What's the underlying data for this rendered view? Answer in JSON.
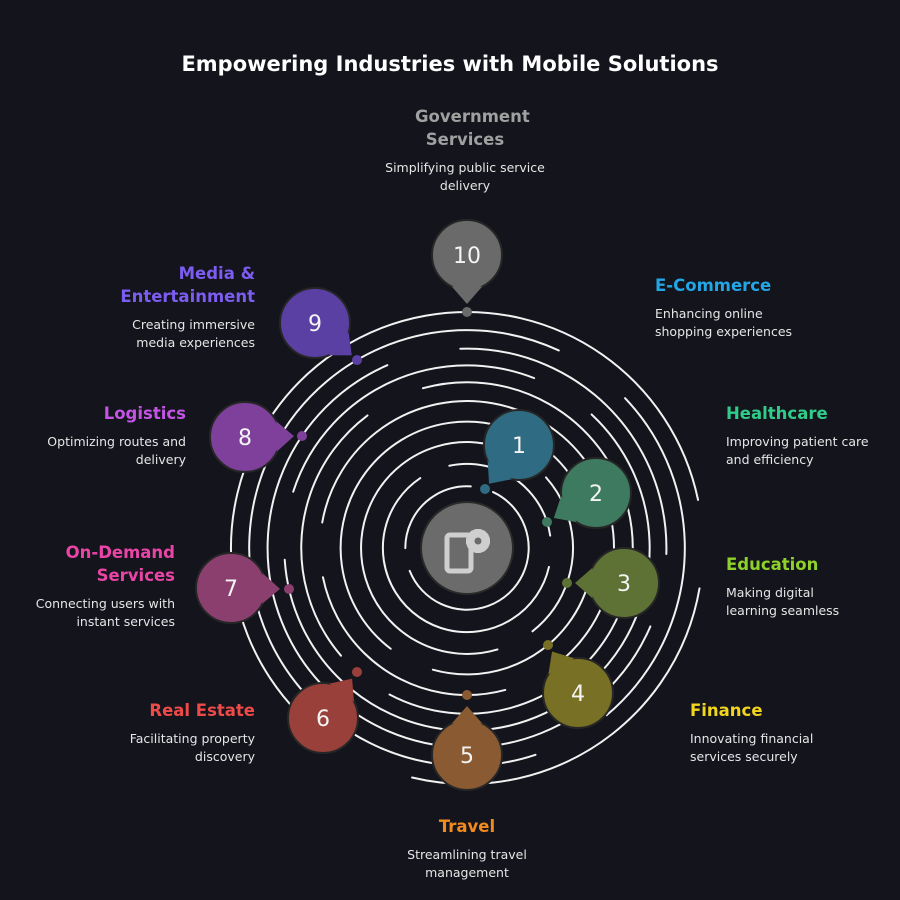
{
  "title": "Empowering Industries with Mobile Solutions",
  "center_icon": "mobile-gear-icon",
  "items": [
    {
      "num": "1",
      "title": "E-Commerce",
      "desc": "Enhancing online shopping experiences",
      "color": "#2f6b82",
      "title_color": "#23a6e6"
    },
    {
      "num": "2",
      "title": "Healthcare",
      "desc": "Improving patient care and efficiency",
      "color": "#3d7a5f",
      "title_color": "#2fcc8a"
    },
    {
      "num": "3",
      "title": "Education",
      "desc": "Making digital learning seamless",
      "color": "#5f7236",
      "title_color": "#8ed12a"
    },
    {
      "num": "4",
      "title": "Finance",
      "desc": "Innovating financial services securely",
      "color": "#787024",
      "title_color": "#f2d61e"
    },
    {
      "num": "5",
      "title": "Travel",
      "desc": "Streamlining travel management",
      "color": "#8a5b33",
      "title_color": "#f28a1e"
    },
    {
      "num": "6",
      "title": "Real Estate",
      "desc": "Facilitating property discovery",
      "color": "#9a403b",
      "title_color": "#ee4a48"
    },
    {
      "num": "7",
      "title": "On-Demand Services",
      "desc": "Connecting users with instant services",
      "color": "#8b3f6e",
      "title_color": "#ea45a6"
    },
    {
      "num": "8",
      "title": "Logistics",
      "desc": "Optimizing routes and delivery",
      "color": "#7e409a",
      "title_color": "#c454e6"
    },
    {
      "num": "9",
      "title": "Media & Entertainment",
      "desc": "Creating immersive media experiences",
      "color": "#5b40a4",
      "title_color": "#7d5cf2"
    },
    {
      "num": "10",
      "title": "Government Services",
      "desc": "Simplifying public service delivery",
      "color": "#6a6a6a",
      "title_color": "#a0a0a0"
    }
  ]
}
